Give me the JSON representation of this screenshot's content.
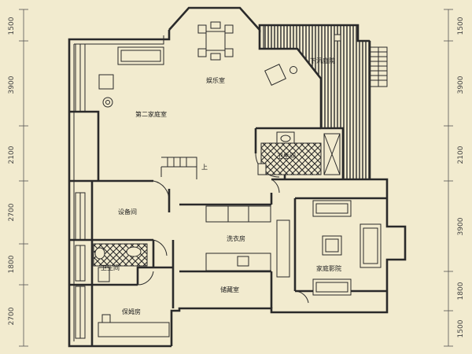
{
  "rooms": {
    "entertainment": "娱乐室",
    "sunken_courtyard": "下沉庭院",
    "second_family_room": "第二家庭室",
    "bathroom_upper": "卫生间",
    "equipment": "设备间",
    "laundry": "洗衣房",
    "home_theater": "家庭影院",
    "bathroom_lower": "卫生间",
    "storage": "储藏室",
    "nanny_room": "保姆房",
    "stair_up": "上"
  },
  "dimensions": {
    "left": [
      "1500",
      "3900",
      "2100",
      "2700",
      "1800",
      "2700"
    ],
    "right": [
      "1500",
      "3900",
      "2100",
      "3900",
      "1800",
      "1500"
    ]
  },
  "colors": {
    "background": "#f2ebcf",
    "wall": "#2a2a2a",
    "deck": "#2a2a2a"
  }
}
